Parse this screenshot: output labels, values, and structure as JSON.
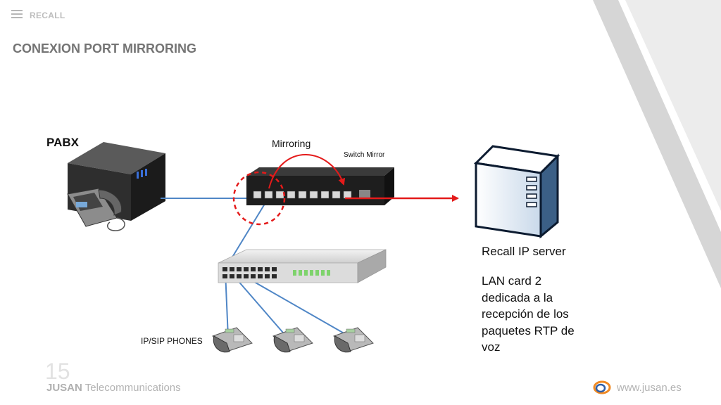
{
  "header": {
    "section_label": "RECALL",
    "title": "CONEXION PORT MIRRORING"
  },
  "diagram": {
    "pabx_label": "PABX",
    "mirroring_label": "Mirroring",
    "switch_label": "Switch Mirror",
    "phones_label": "IP/SIP PHONES",
    "server_label": "Recall IP server",
    "server_description": "LAN card 2 dedicada a la recepción de los paquetes RTP de voz"
  },
  "footer": {
    "page_number": "15",
    "brand_bold": "JUSAN",
    "brand_rest": " Telecommunications",
    "url": "www.jusan.es"
  },
  "colors": {
    "link_blue": "#4f86c6",
    "mirror_red": "#e41a1a",
    "title_gray": "#747474",
    "stripe_gray": "#d3d3d3"
  }
}
